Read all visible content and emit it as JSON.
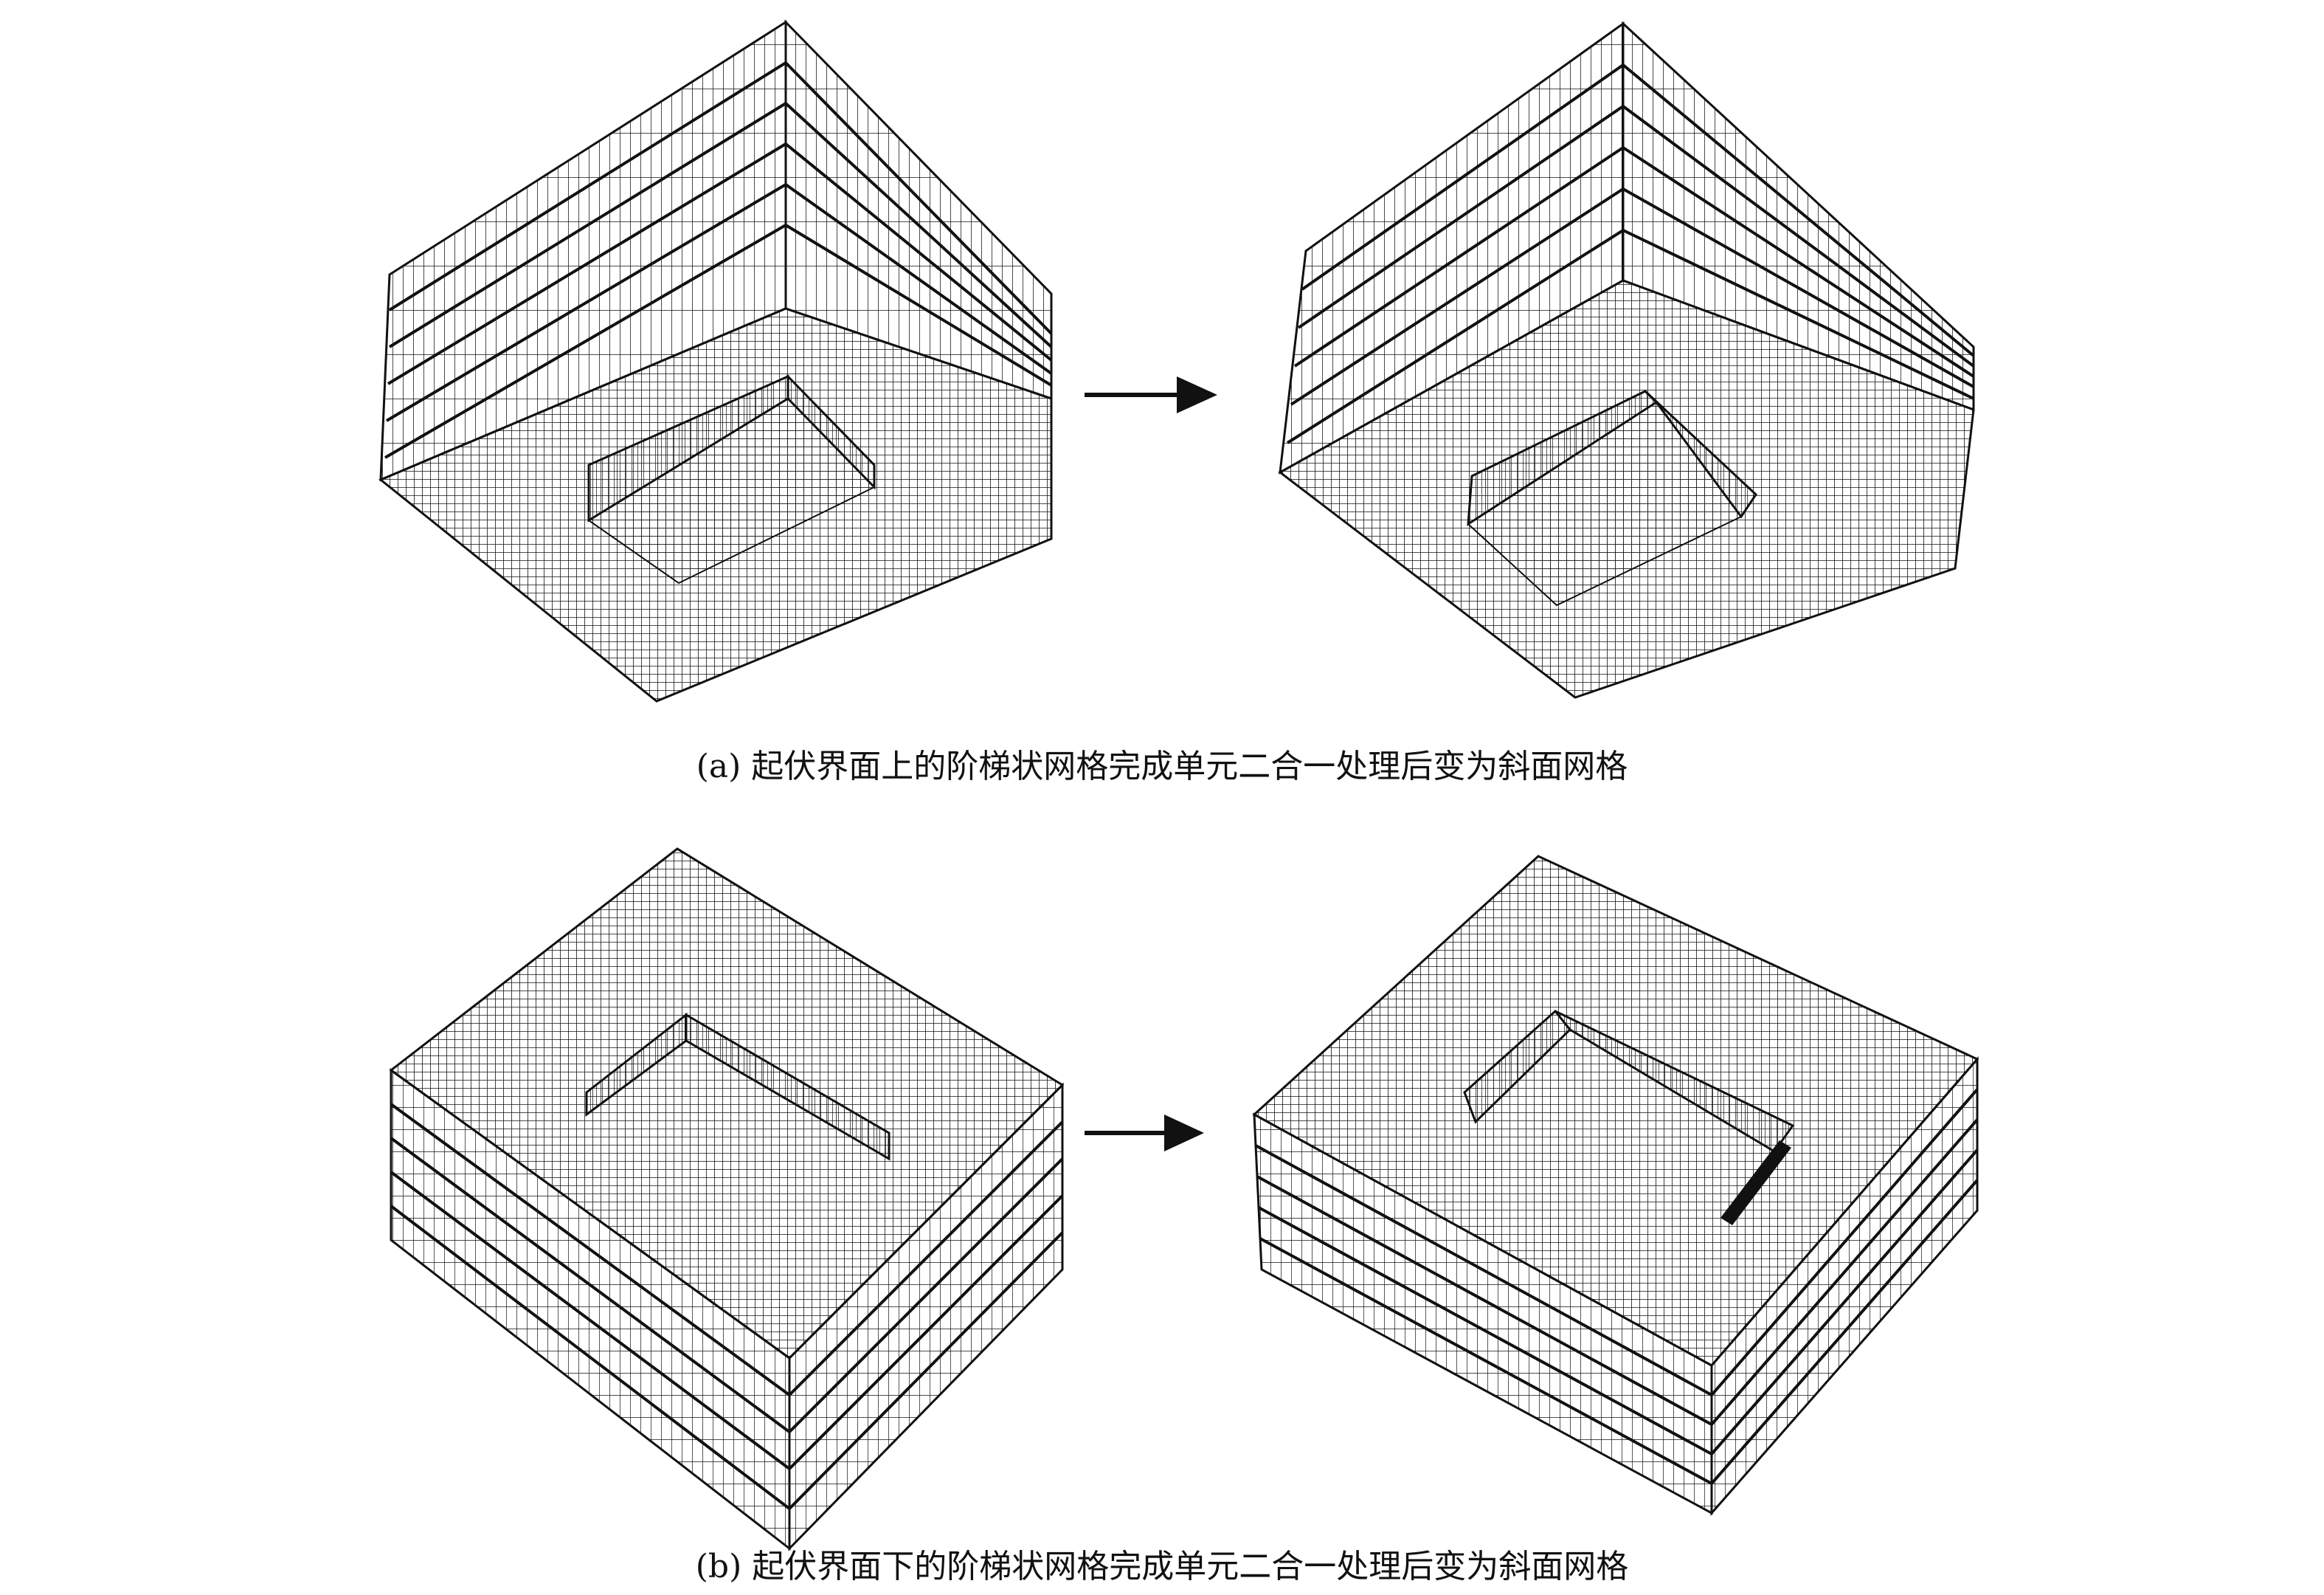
{
  "panels": [
    {
      "id": "a",
      "caption": "(a) 起伏界面上的阶梯状网格完成单元二合一处理后变为斜面网格",
      "view": "bottom",
      "before_step": "stair-step",
      "after_step": "sloped"
    },
    {
      "id": "b",
      "caption": "(b) 起伏界面下的阶梯状网格完成单元二合一处理后变为斜面网格",
      "view": "top",
      "before_step": "stair-step",
      "after_step": "sloped"
    }
  ],
  "colors": {
    "line": "#111111",
    "background": "#ffffff",
    "arrow": "#111111"
  },
  "icons": {
    "arrow": "right-arrow-icon"
  }
}
